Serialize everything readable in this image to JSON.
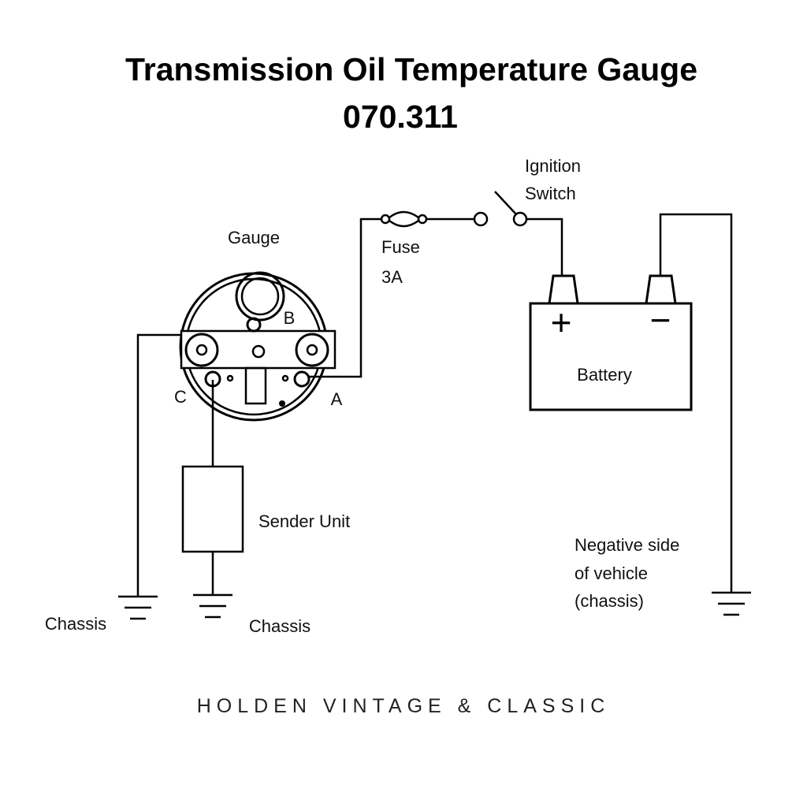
{
  "title": {
    "line1": "Transmission Oil Temperature Gauge",
    "line2": "070.311"
  },
  "labels": {
    "gauge": "Gauge",
    "terminal_a": "A",
    "terminal_b": "B",
    "terminal_c": "C",
    "fuse": "Fuse",
    "fuse_rating": "3A",
    "ignition_line1": "Ignition",
    "ignition_line2": "Switch",
    "battery": "Battery",
    "battery_plus": "+",
    "battery_minus": "−",
    "sender_unit": "Sender Unit",
    "chassis_left": "Chassis",
    "chassis_middle": "Chassis",
    "negative_line1": "Negative side",
    "negative_line2": "of vehicle",
    "negative_line3": "(chassis)"
  },
  "footer": "HOLDEN VINTAGE & CLASSIC"
}
